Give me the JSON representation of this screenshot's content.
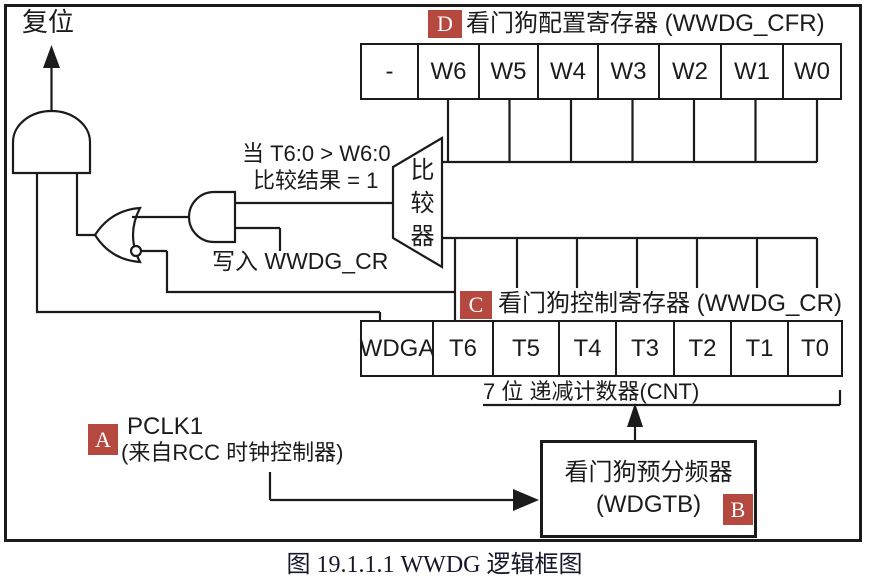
{
  "colors": {
    "badge_bg": "#b5493f",
    "badge_text": "#ffffff",
    "line": "#1b1b1b",
    "caption_text": "#17172b",
    "background": "#ffffff"
  },
  "labels": {
    "reset": "复位",
    "condition_line1": "当 T6:0 > W6:0",
    "condition_line2": "比较结果 = 1",
    "write_cr": "写入 WWDG_CR",
    "comparator": "比较器",
    "counter": "7 位 递减计数器(CNT)",
    "pclk_name": "PCLK1",
    "pclk_source": "(来自RCC 时钟控制器)"
  },
  "badges": {
    "a": "A",
    "b": "B",
    "c": "C",
    "d": "D"
  },
  "registers": {
    "cfr": {
      "title": "看门狗配置寄存器 (WWDG_CFR)",
      "bits": [
        "-",
        "W6",
        "W5",
        "W4",
        "W3",
        "W2",
        "W1",
        "W0"
      ]
    },
    "cr": {
      "title": "看门狗控制寄存器 (WWDG_CR)",
      "bits": [
        "WDGA",
        "T6",
        "T5",
        "T4",
        "T3",
        "T2",
        "T1",
        "T0"
      ]
    }
  },
  "prescaler": {
    "name": "看门狗预分频器",
    "code": "(WDGTB)"
  },
  "caption": "图 19.1.1.1 WWDG 逻辑框图"
}
